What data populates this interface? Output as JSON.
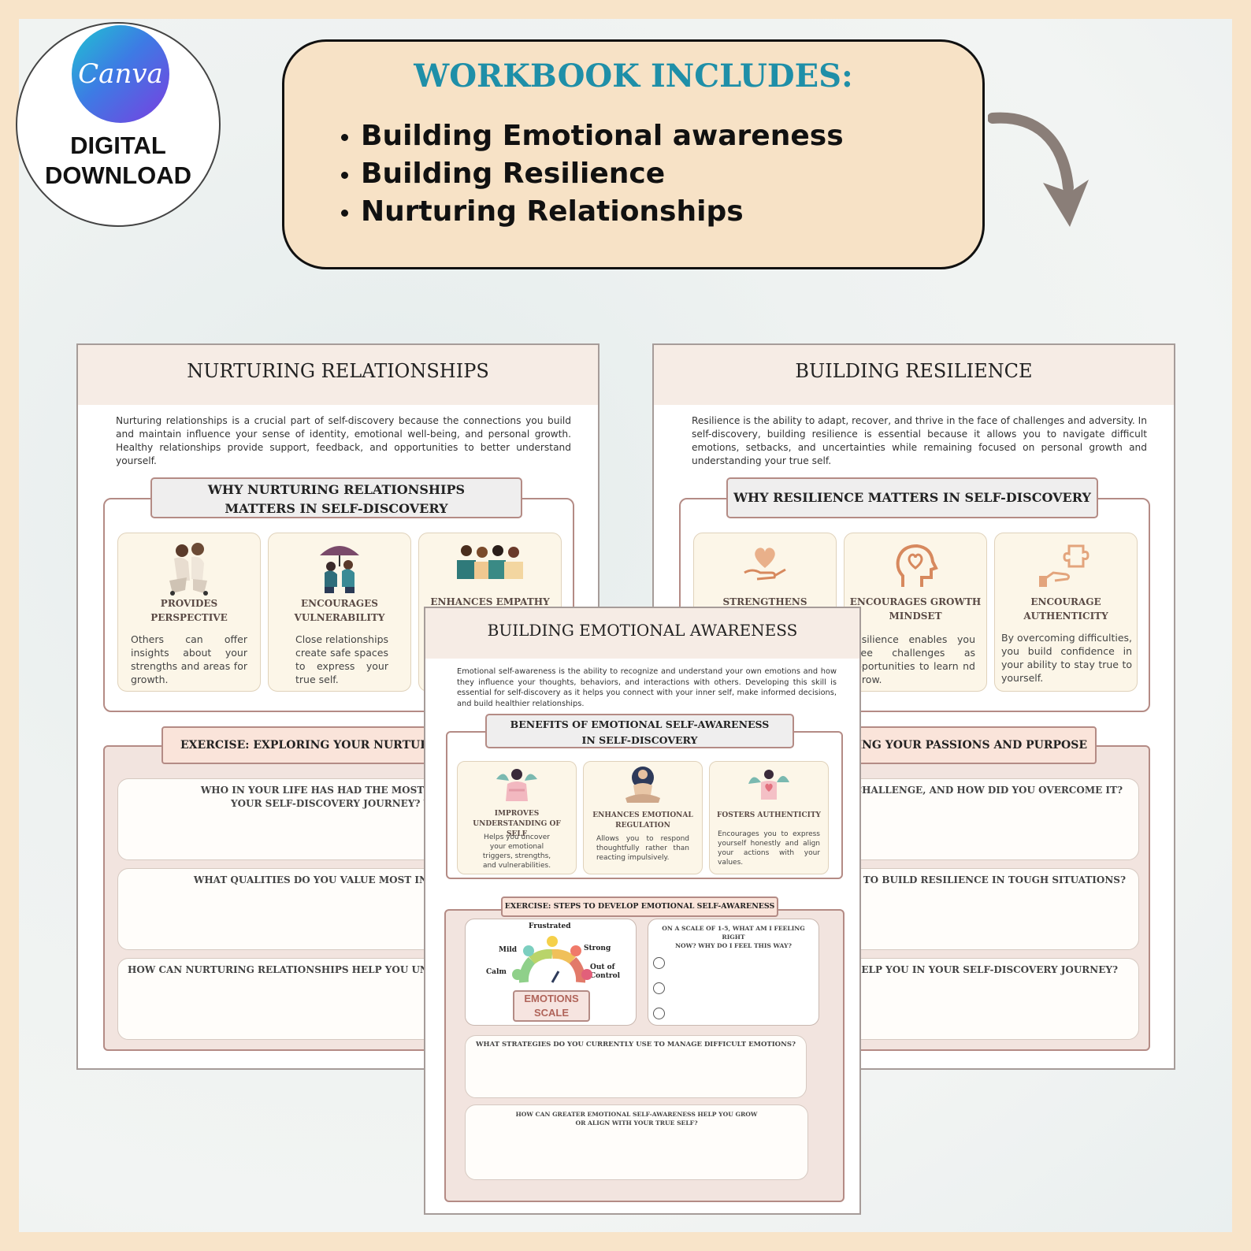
{
  "badge": {
    "logo": "Canva",
    "line1": "DIGITAL",
    "line2": "DOWNLOAD"
  },
  "includes": {
    "title": "WORKBOOK INCLUDES:",
    "items": [
      "Building Emotional awareness",
      "Building Resilience",
      "Nurturing Relationships"
    ]
  },
  "colors": {
    "frame": "#f8e4c9",
    "accent_teal": "#1f8fa8",
    "card_bg": "#fcf6e8",
    "border_rose": "#b48b85",
    "arrow": "#8a7e78"
  },
  "pages": {
    "nurturing": {
      "title": "NURTURING RELATIONSHIPS",
      "intro": "Nurturing relationships is a crucial part of self-discovery because the connections you build and maintain influence your sense of identity, emotional well-being, and personal growth. Healthy relationships provide support, feedback, and opportunities to better understand yourself.",
      "why_title_1": "WHY NURTURING RELATIONSHIPS",
      "why_title_2": "MATTERS IN SELF-DISCOVERY",
      "cards": [
        {
          "title_1": "PROVIDES",
          "title_2": "PERSPECTIVE",
          "desc": "Others can offer insights about your strengths and areas for growth.",
          "icon": "friends-illustration"
        },
        {
          "title_1": "ENCOURAGES",
          "title_2": "VULNERABILITY",
          "desc": "Close relationships create safe spaces to express your true self.",
          "icon": "umbrella-illustration"
        },
        {
          "title_1": "ENHANCES EMPATHY",
          "title_2": "",
          "desc": "",
          "icon": "group-hug-illustration"
        }
      ],
      "exercise_title": "EXERCISE: EXPLORING YOUR NURTURE RE",
      "questions": [
        {
          "l1": "WHO IN YOUR LIFE HAS HAD THE MOST POSITIVE",
          "l2": "YOUR SELF-DISCOVERY JOURNEY? WHY"
        },
        {
          "l1": "WHAT QUALITIES DO YOU VALUE MOST IN A HEALTH",
          "l2": ""
        },
        {
          "l1": "HOW CAN NURTURING RELATIONSHIPS HELP YOU UNDERST",
          "l2": ""
        }
      ]
    },
    "resilience": {
      "title": "BUILDING RESILIENCE",
      "intro": "Resilience is the ability to adapt, recover, and thrive in the face of challenges and adversity. In self-discovery, building resilience is essential because it allows you to navigate difficult emotions, setbacks, and uncertainties while remaining focused on personal growth and understanding your true self.",
      "why_title": "WHY RESILIENCE MATTERS IN SELF-DISCOVERY",
      "cards": [
        {
          "title_1": "STRENGTHENS EMOTIONAL",
          "title_2": "",
          "desc": "",
          "icon": "heart-hand-icon"
        },
        {
          "title_1": "ENCOURAGES GROWTH",
          "title_2": "MINDSET",
          "desc": "esilience enables you  see challenges as pportunities to learn nd grow.",
          "icon": "head-heart-icon"
        },
        {
          "title_1": "ENCOURAGE",
          "title_2": "AUTHENTICITY",
          "desc": "By overcoming difficulties, you build confidence in your ability to stay true to yourself.",
          "icon": "puzzle-hand-icon"
        }
      ],
      "exercise_title": "RING YOUR PASSIONS AND PURPOSE",
      "questions": [
        "EST CHALLENGE, AND HOW DID YOU OVERCOME IT?",
        "U USE TO BUILD RESILIENCE IN TOUGH SITUATIONS?",
        "CE HELP YOU IN YOUR SELF-DISCOVERY JOURNEY?"
      ]
    },
    "emotional": {
      "title": "BUILDING EMOTIONAL AWARENESS",
      "intro": "Emotional self-awareness is the ability to recognize and understand your own emotions and how they influence your thoughts, behaviors, and interactions with others. Developing this skill is essential for self-discovery as it helps you connect with your inner self, make informed decisions, and build healthier relationships.",
      "benefits_title_1": "BENEFITS OF EMOTIONAL SELF-AWARENESS",
      "benefits_title_2": "IN SELF-DISCOVERY",
      "cards": [
        {
          "title_1": "IMPROVES",
          "title_2": "UNDERSTANDING OF SELF",
          "desc": "Helps you uncover your emotional triggers, strengths, and vulnerabilities.",
          "icon": "self-hug-illustration"
        },
        {
          "title_1": "ENHANCES EMOTIONAL",
          "title_2": "REGULATION",
          "desc": "Allows you to respond thoughtfully rather than reacting impulsively.",
          "icon": "meditation-illustration"
        },
        {
          "title_1": "FOSTERS AUTHENTICITY",
          "title_2": "",
          "desc": "Encourages you to express yourself honestly and align your actions with your values.",
          "icon": "heart-hold-illustration"
        }
      ],
      "exercise_title": "EXERCISE: STEPS TO DEVELOP EMOTIONAL SELF-AWARENESS",
      "scale": {
        "frustrated": "Frustrated",
        "mild": "Mild",
        "strong": "Strong",
        "calm": "Calm",
        "out_of_control": "Out of Control",
        "label_1": "EMOTIONS",
        "label_2": "SCALE"
      },
      "scale_question_1": "ON A SCALE OF 1-5, WHAT AM I FEELING RIGHT",
      "scale_question_2": "NOW? WHY DO I FEEL THIS WAY?",
      "q1": "WHAT STRATEGIES DO YOU CURRENTLY USE TO MANAGE DIFFICULT EMOTIONS?",
      "q2_1": "HOW CAN GREATER EMOTIONAL SELF-AWARENESS HELP YOU GROW",
      "q2_2": "OR ALIGN WITH YOUR TRUE SELF?"
    }
  }
}
